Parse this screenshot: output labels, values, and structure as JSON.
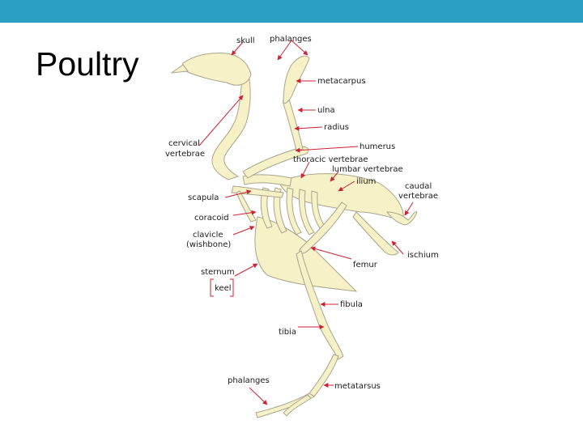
{
  "slide": {
    "title": "Poultry",
    "bar_color": "#2aa1c3"
  },
  "diagram": {
    "bone_color": "#f7f1c8",
    "leader_color": "#cc2233",
    "labels": {
      "skull": "skull",
      "phalanges_wing": "phalanges",
      "metacarpus": "metacarpus",
      "ulna": "ulna",
      "radius": "radius",
      "cervical_1": "cervical",
      "cervical_2": "vertebrae",
      "humerus": "humerus",
      "thoracic": "thoracic vertebrae",
      "lumbar": "lumbar vertebrae",
      "ilium": "ilium",
      "caudal_1": "caudal",
      "caudal_2": "vertebrae",
      "scapula": "scapula",
      "coracoid": "coracoid",
      "clavicle_1": "clavicle",
      "clavicle_2": "(wishbone)",
      "ischium": "ischium",
      "femur": "femur",
      "sternum": "sternum",
      "keel": "keel",
      "fibula": "fibula",
      "tibia": "tibia",
      "phalanges_foot": "phalanges",
      "metatarsus": "metatarsus"
    }
  }
}
